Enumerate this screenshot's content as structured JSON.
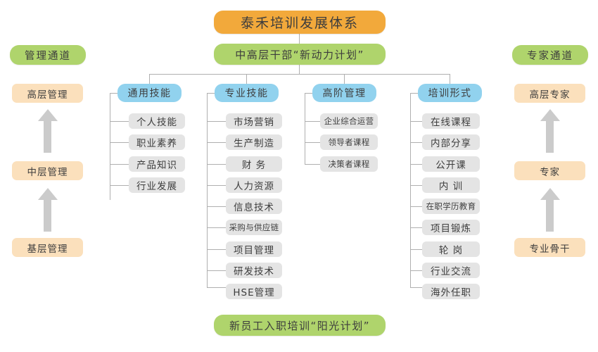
{
  "diagram": {
    "title": "泰禾培训发展体系",
    "subtitle": "中高层干部“新动力计划”",
    "footer": "新员工入职培训“阳光计划”",
    "colors": {
      "title_bg": "#F2A93B",
      "green_bg": "#AFD46C",
      "peach_bg": "#FBE0BC",
      "blue_bg": "#91D2EE",
      "item_bg": "#E4E4E4",
      "line": "#AFAFAF",
      "arrow": "#CBCBCB"
    }
  },
  "left_channel": {
    "header": "管理通道",
    "levels": [
      {
        "label": "高层管理"
      },
      {
        "label": "中层管理"
      },
      {
        "label": "基层管理"
      }
    ],
    "arrows": [
      "up-arrow-icon",
      "up-arrow-icon"
    ]
  },
  "right_channel": {
    "header": "专家通道",
    "levels": [
      {
        "label": "高层专家"
      },
      {
        "label": "专家"
      },
      {
        "label": "专业骨干"
      }
    ],
    "arrows": [
      "up-arrow-icon",
      "up-arrow-icon"
    ]
  },
  "columns": [
    {
      "header": "通用技能",
      "items": [
        {
          "label": "个人技能"
        },
        {
          "label": "职业素养"
        },
        {
          "label": "产品知识"
        },
        {
          "label": "行业发展"
        }
      ]
    },
    {
      "header": "专业技能",
      "items": [
        {
          "label": "市场营销"
        },
        {
          "label": "生产制造"
        },
        {
          "label": "财  务"
        },
        {
          "label": "人力资源"
        },
        {
          "label": "信息技术"
        },
        {
          "label": "采购与供应链"
        },
        {
          "label": "项目管理"
        },
        {
          "label": "研发技术"
        },
        {
          "label": "HSE管理"
        }
      ]
    },
    {
      "header": "高阶管理",
      "items": [
        {
          "label": "企业综合运营"
        },
        {
          "label": "领导者课程"
        },
        {
          "label": "决策者课程"
        }
      ]
    },
    {
      "header": "培训形式",
      "items": [
        {
          "label": "在线课程"
        },
        {
          "label": "内部分享"
        },
        {
          "label": "公开课"
        },
        {
          "label": "内  训"
        },
        {
          "label": "在职学历教育"
        },
        {
          "label": "项目锻炼"
        },
        {
          "label": "轮  岗"
        },
        {
          "label": "行业交流"
        },
        {
          "label": "海外任职"
        }
      ]
    }
  ]
}
